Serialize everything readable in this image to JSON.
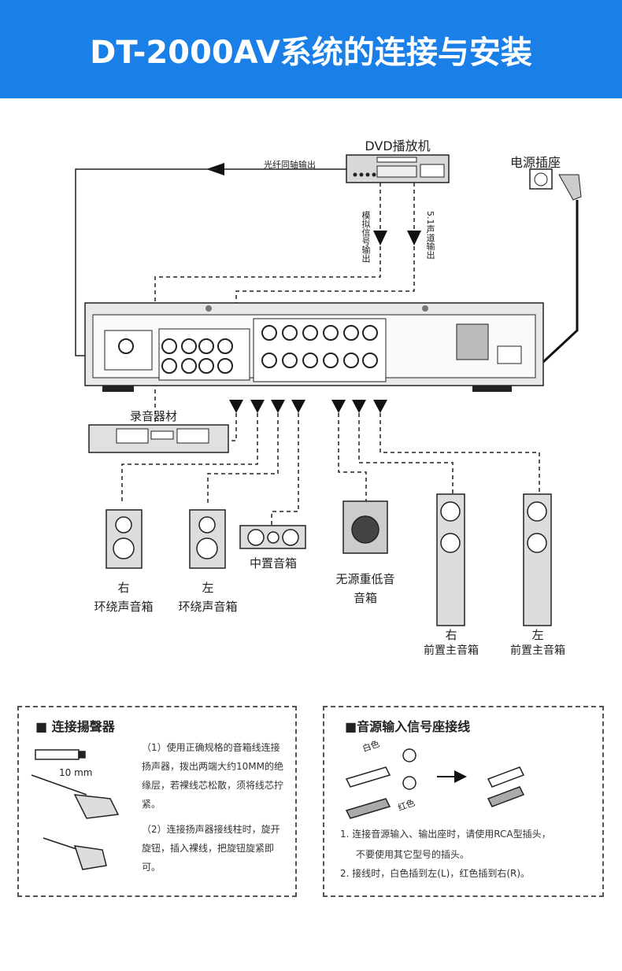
{
  "title": "DT-2000AV系统的连接与安装",
  "diagram": {
    "dvd_label": "DVD播放机",
    "power_label": "电源插座",
    "optical_label": "光纤同轴输出",
    "analog_label": "模拟信号输出",
    "ch51_label": "5.1声道输出",
    "recorder_label": "录音器材",
    "speakers": [
      {
        "line1": "右",
        "line2": "环绕声音箱"
      },
      {
        "line1": "左",
        "line2": "环绕声音箱"
      },
      {
        "line1": "中置音箱",
        "line2": ""
      },
      {
        "line1": "无源重低音",
        "line2": "音箱"
      },
      {
        "line1": "右",
        "line2": "前置主音箱"
      },
      {
        "line1": "左",
        "line2": "前置主音箱"
      }
    ]
  },
  "speaker_box": {
    "title": "连接揚聲器",
    "measure": "10 mm",
    "step1": "（1）使用正确规格的音箱线连接扬声器，拨出两端大约10MM的绝缘层，若裸线芯松散，须将线芯拧紧。",
    "step2": "（2）连接扬声器接线柱时，旋开旋钮，插入裸线，把旋钮旋紧即可。"
  },
  "rca_box": {
    "title": "音源输入信号座接线",
    "white": "白色",
    "red": "红色",
    "note1a": "1.  连接音源输入、输出座时，请使用RCA型插头，",
    "note1b": "不要使用其它型号的插头。",
    "note2": "2.  接线时，白色插到左(L)，红色插到右(R)。"
  }
}
